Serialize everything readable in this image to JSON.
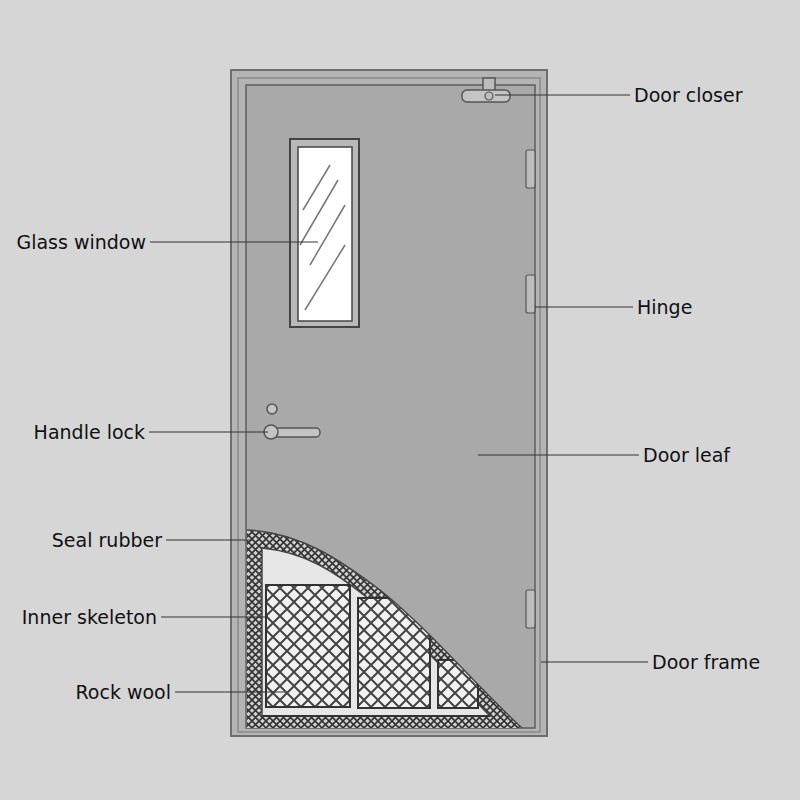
{
  "diagram": {
    "labels": [
      "Door closer",
      "Glass window",
      "Hinge",
      "Handle lock",
      "Door leaf",
      "Seal rubber",
      "Inner skeleton",
      "Door frame",
      "Rock wool"
    ]
  }
}
